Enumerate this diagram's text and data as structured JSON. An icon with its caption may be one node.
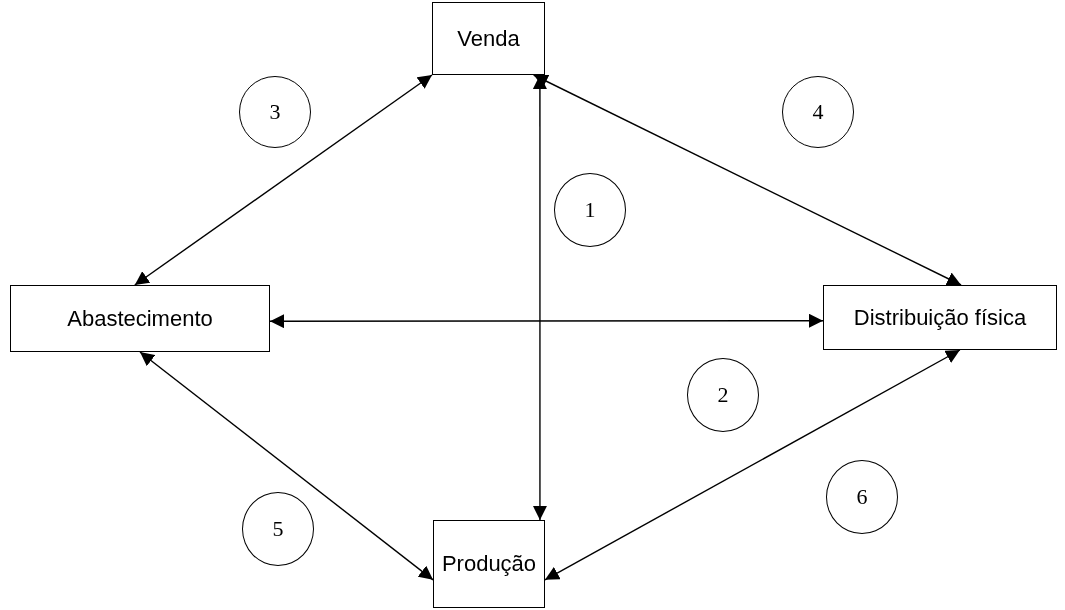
{
  "diagram": {
    "nodes": [
      {
        "text": [
          "Venda"
        ]
      },
      {
        "text": [
          "3"
        ]
      },
      {
        "text": [
          "4"
        ]
      },
      {
        "text": [
          "1"
        ]
      },
      {
        "text": [
          "Abastecimento"
        ]
      },
      {
        "text": [
          "Distribuição física"
        ]
      },
      {
        "text": [
          "2"
        ]
      },
      {
        "text": [
          "5"
        ]
      },
      {
        "text": [
          "6"
        ]
      },
      {
        "text": [
          "Produção"
        ]
      }
    ],
    "edges": [
      {
        "from": 0,
        "to": 4,
        "arrow": "both"
      },
      {
        "from": 0,
        "to": 5,
        "arrow": "both"
      },
      {
        "from": 0,
        "to": 9,
        "arrow": "both"
      },
      {
        "from": 4,
        "to": 5,
        "arrow": "both"
      },
      {
        "from": 4,
        "to": 9,
        "arrow": "both"
      },
      {
        "from": 5,
        "to": 9,
        "arrow": "both"
      }
    ]
  }
}
